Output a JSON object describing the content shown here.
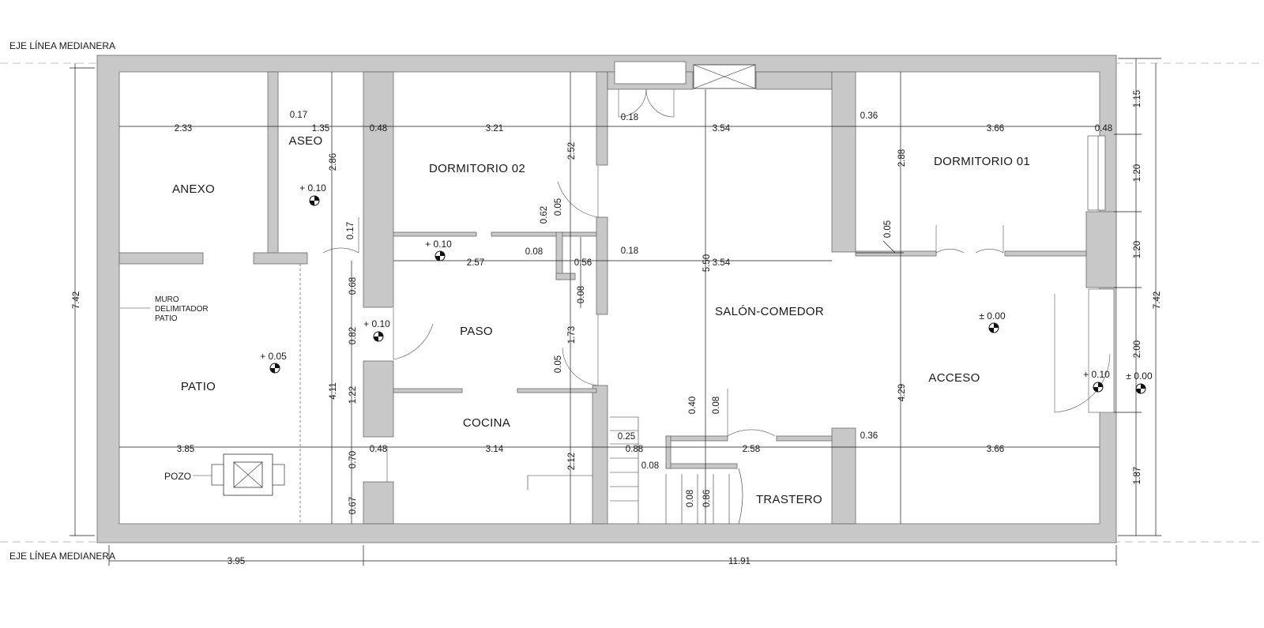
{
  "axis_labels": {
    "top": "EJE LÍNEA MEDIANERA",
    "bottom": "EJE LÍNEA MEDIANERA"
  },
  "rooms": {
    "anexo": "ANEXO",
    "aseo": "ASEO",
    "dormitorio_02": "DORMITORIO 02",
    "dormitorio_01": "DORMITORIO 01",
    "salon_comedor": "SALÓN-COMEDOR",
    "paso": "PASO",
    "cocina": "COCINA",
    "patio": "PATIO",
    "acceso": "ACCESO",
    "trastero": "TRASTERO"
  },
  "labels": {
    "muro_1": "MURO",
    "muro_2": "DELIMITADOR",
    "muro_3": "PATIO",
    "pozo": "POZO"
  },
  "levels": {
    "aseo": "+ 0.10",
    "dorm02": "+ 0.10",
    "paso": "+ 0.10",
    "patio": "+ 0.05",
    "acceso": "± 0.00",
    "door_right": "+ 0.10",
    "exterior": "± 0.00"
  },
  "dims": {
    "h_top": [
      "2.33",
      "0.17",
      "1.35",
      "0.48",
      "3.21",
      "0.18",
      "3.54",
      "0.36",
      "3.66",
      "0.48"
    ],
    "h_mid": [
      "2.57",
      "0.08",
      "0.56",
      "0.18",
      "3.54",
      "0.62",
      "0.05",
      "0.17",
      "0.05"
    ],
    "h_low": [
      "3.85",
      "0.48",
      "3.14",
      "0.25",
      "0.88",
      "0.08",
      "2.58",
      "0.36",
      "3.66"
    ],
    "overall": [
      "3.95",
      "11.91"
    ],
    "v_left": [
      "2.86",
      "4.11",
      "0.68",
      "0.82",
      "1.22",
      "0.70",
      "0.67"
    ],
    "v_dorm02": [
      "2.52",
      "1.73",
      "0.05",
      "0.08",
      "2.12"
    ],
    "v_salon": [
      "5.50",
      "0.40",
      "0.08",
      "0.08",
      "0.86"
    ],
    "v_dorm01": [
      "2.88",
      "4.29"
    ],
    "v_right": [
      "1.15",
      "1.20",
      "1.20",
      "2.00",
      "1.87"
    ],
    "total_height_left": "7.42",
    "total_height_right": "7.42"
  }
}
